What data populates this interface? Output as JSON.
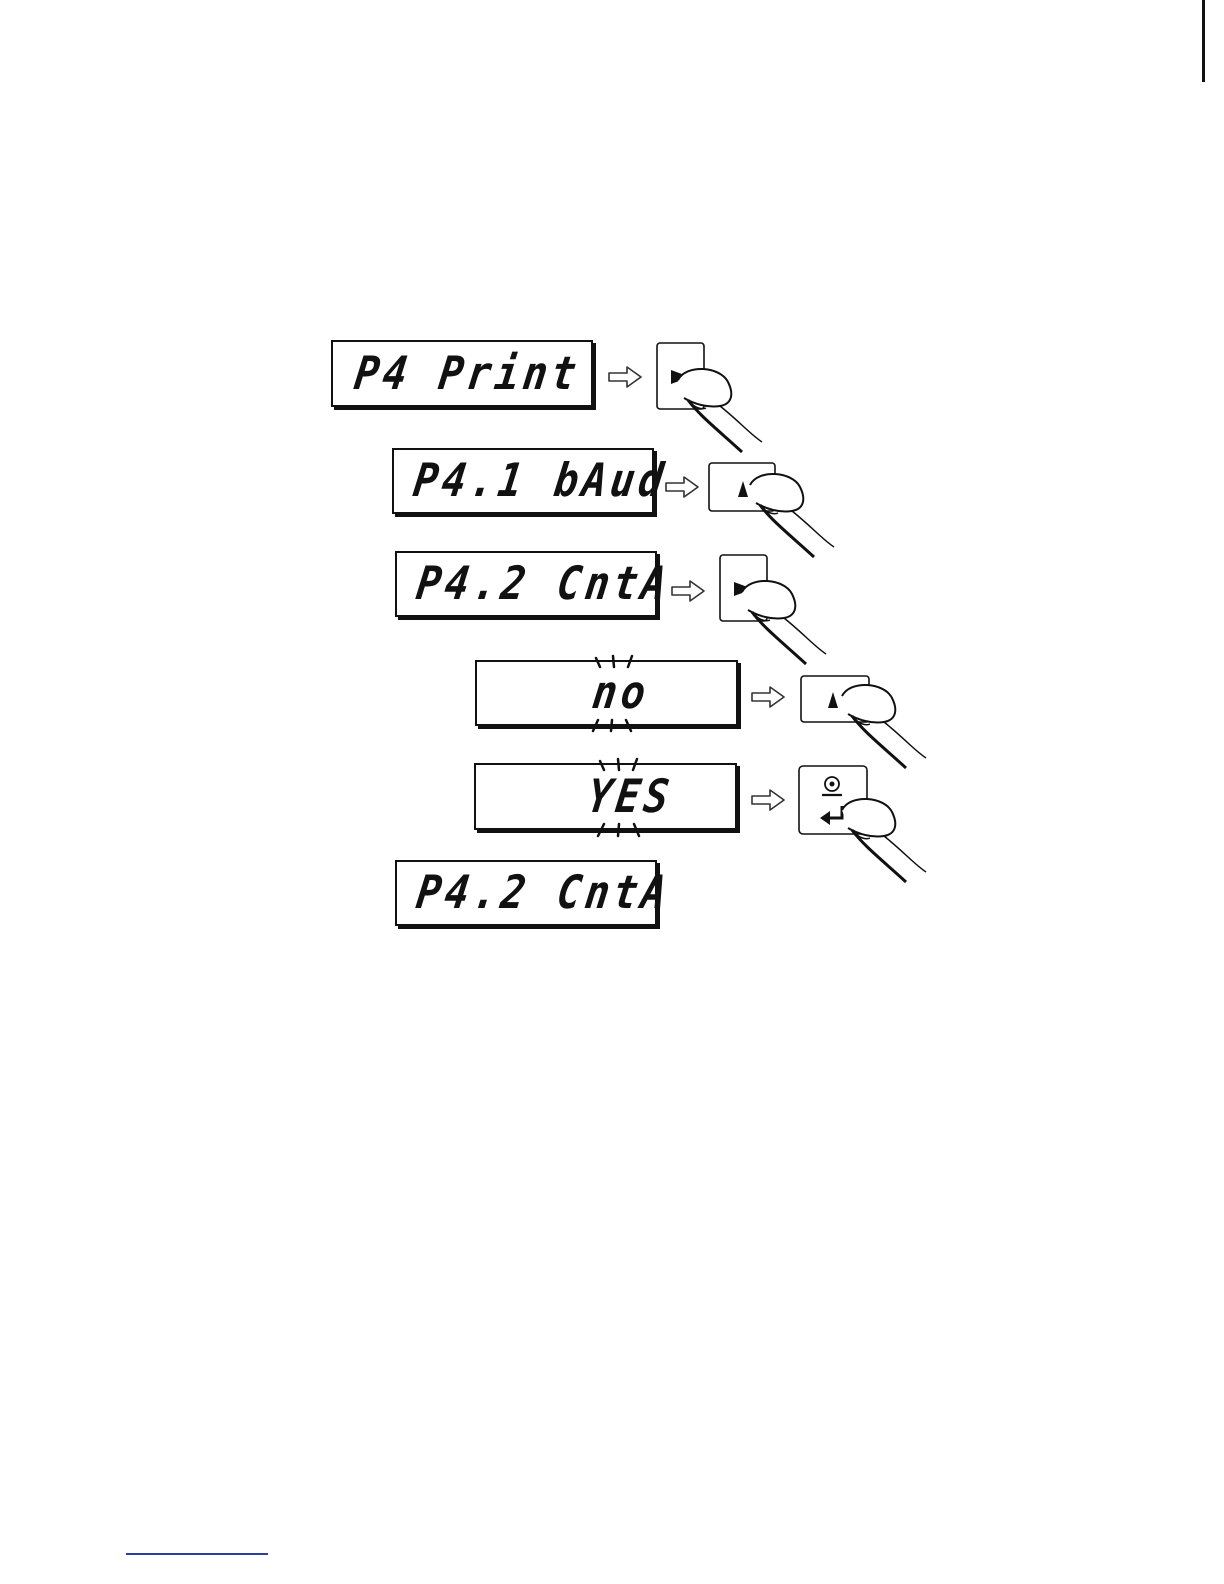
{
  "steps": [
    {
      "display": "P4 Print",
      "key": "right-arrow-key"
    },
    {
      "display": "P4.1 bAud",
      "key": "up-arrow-key"
    },
    {
      "display": "P4.2 CntA",
      "key": "right-arrow-key"
    },
    {
      "display": "no",
      "key": "up-arrow-key",
      "blinking": true
    },
    {
      "display": "YES",
      "key": "enter-print-key",
      "blinking": true
    },
    {
      "display": "P4.2 CntA"
    }
  ]
}
